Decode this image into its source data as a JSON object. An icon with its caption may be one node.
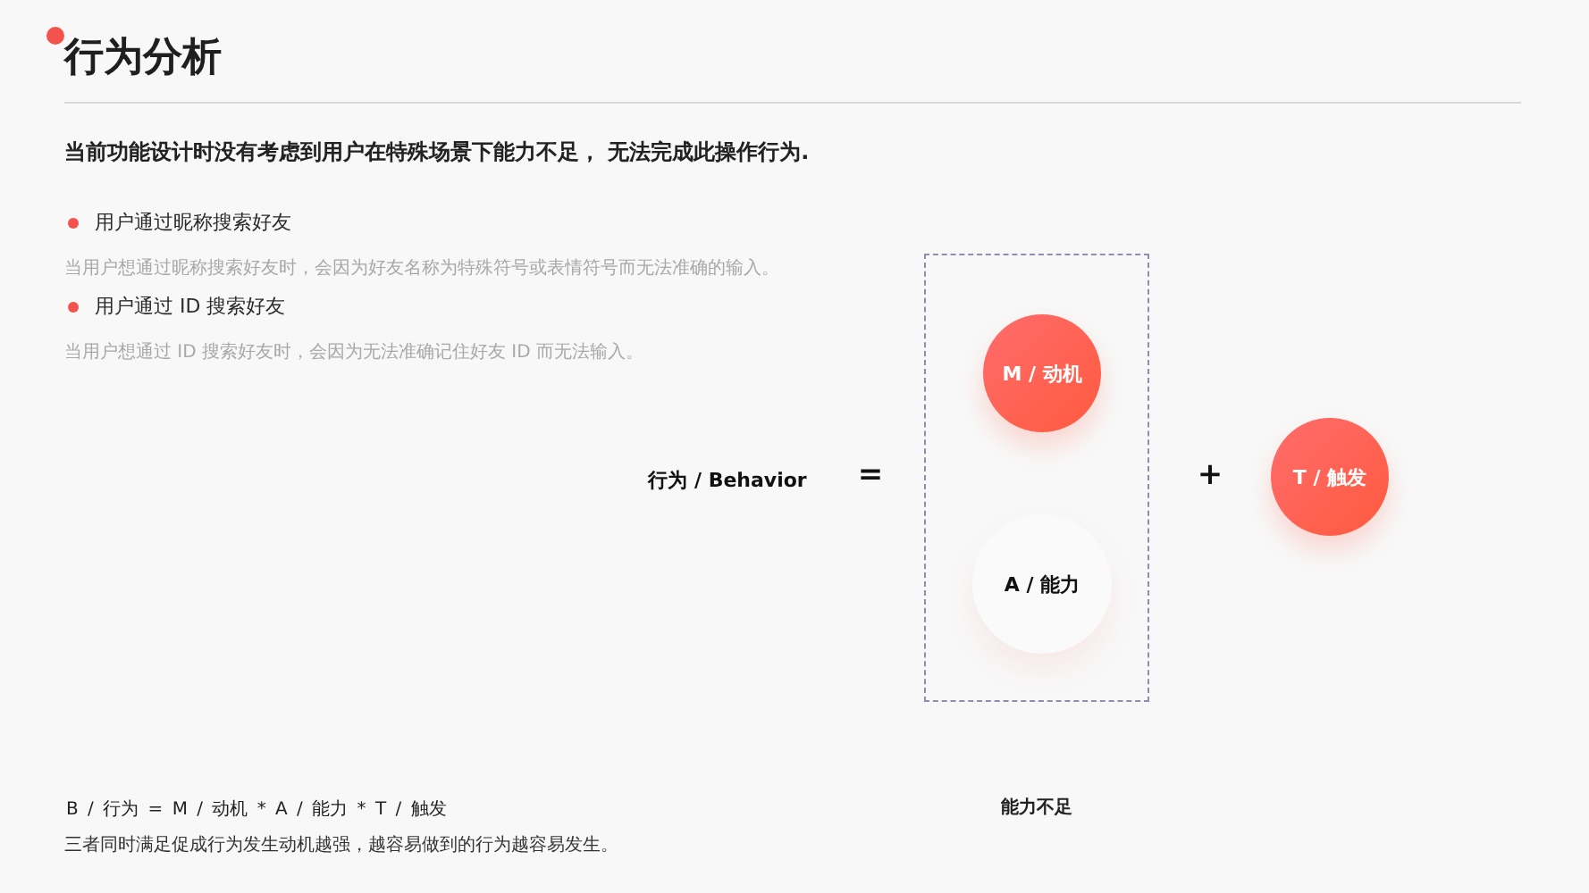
{
  "diagram": {
    "title": "行为分析",
    "nodes": [
      {
        "text": [],
        "shape": "box"
      },
      {
        "text": [
          "M / 动机"
        ],
        "in": 0
      },
      {
        "text": [
          "A / 能力"
        ],
        "in": 0
      },
      {
        "text": [
          "T / 触发"
        ]
      }
    ],
    "labels": [
      "当前功能设计时没有考虑到用户在特殊场景下能力不足， 无法完成此操作行为.",
      "用户通过昵称搜索好友",
      "当用户想通过昵称搜索好友时，会因为好友名称为特殊符号或表情符号而无法准确的输入。",
      "用户通过 ID 搜索好友",
      "当用户想通过 ID 搜索好友时，会因为无法准确记住好友 ID 而无法输入。",
      "行为 / Behavior",
      "=",
      "+",
      "B / 行为 = M / 动机 * A / 能力 * T / 触发",
      "能力不足",
      "三者同时满足促成行为发生动机越强，越容易做到的行为越容易发生。"
    ]
  }
}
